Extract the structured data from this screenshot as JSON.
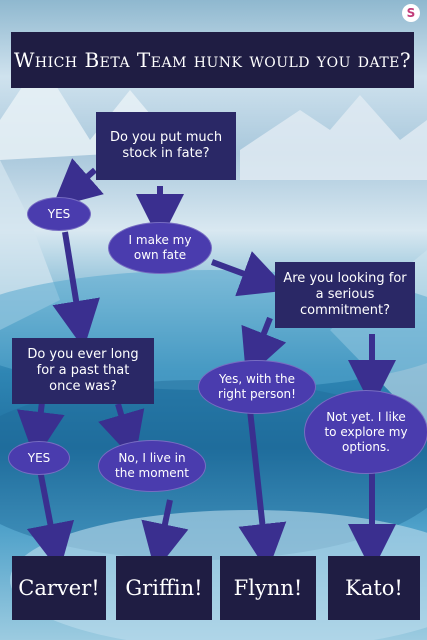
{
  "title": "Which Beta Team hunk would you date?",
  "brand_icon": "s-logo-icon",
  "questions": {
    "fate": "Do you put much stock in fate?",
    "serious": "Are you looking for a serious commitment?",
    "past": "Do you ever long for a past that once was?"
  },
  "answers": {
    "yes_fate": "YES",
    "own_fate": "I make my own fate",
    "yes_right_person": "Yes, with the right person!",
    "not_yet": "Not yet. I like to explore my options.",
    "yes_past": "YES",
    "live_moment": "No, I live in the moment"
  },
  "results": {
    "carver": "Carver!",
    "griffin": "Griffin!",
    "flynn": "Flynn!",
    "kato": "Kato!"
  },
  "colors": {
    "dark_navy": "#1f1d43",
    "question_fill": "#2a2866",
    "answer_fill": "#4a3cae",
    "arrow": "#3a2f8f"
  }
}
